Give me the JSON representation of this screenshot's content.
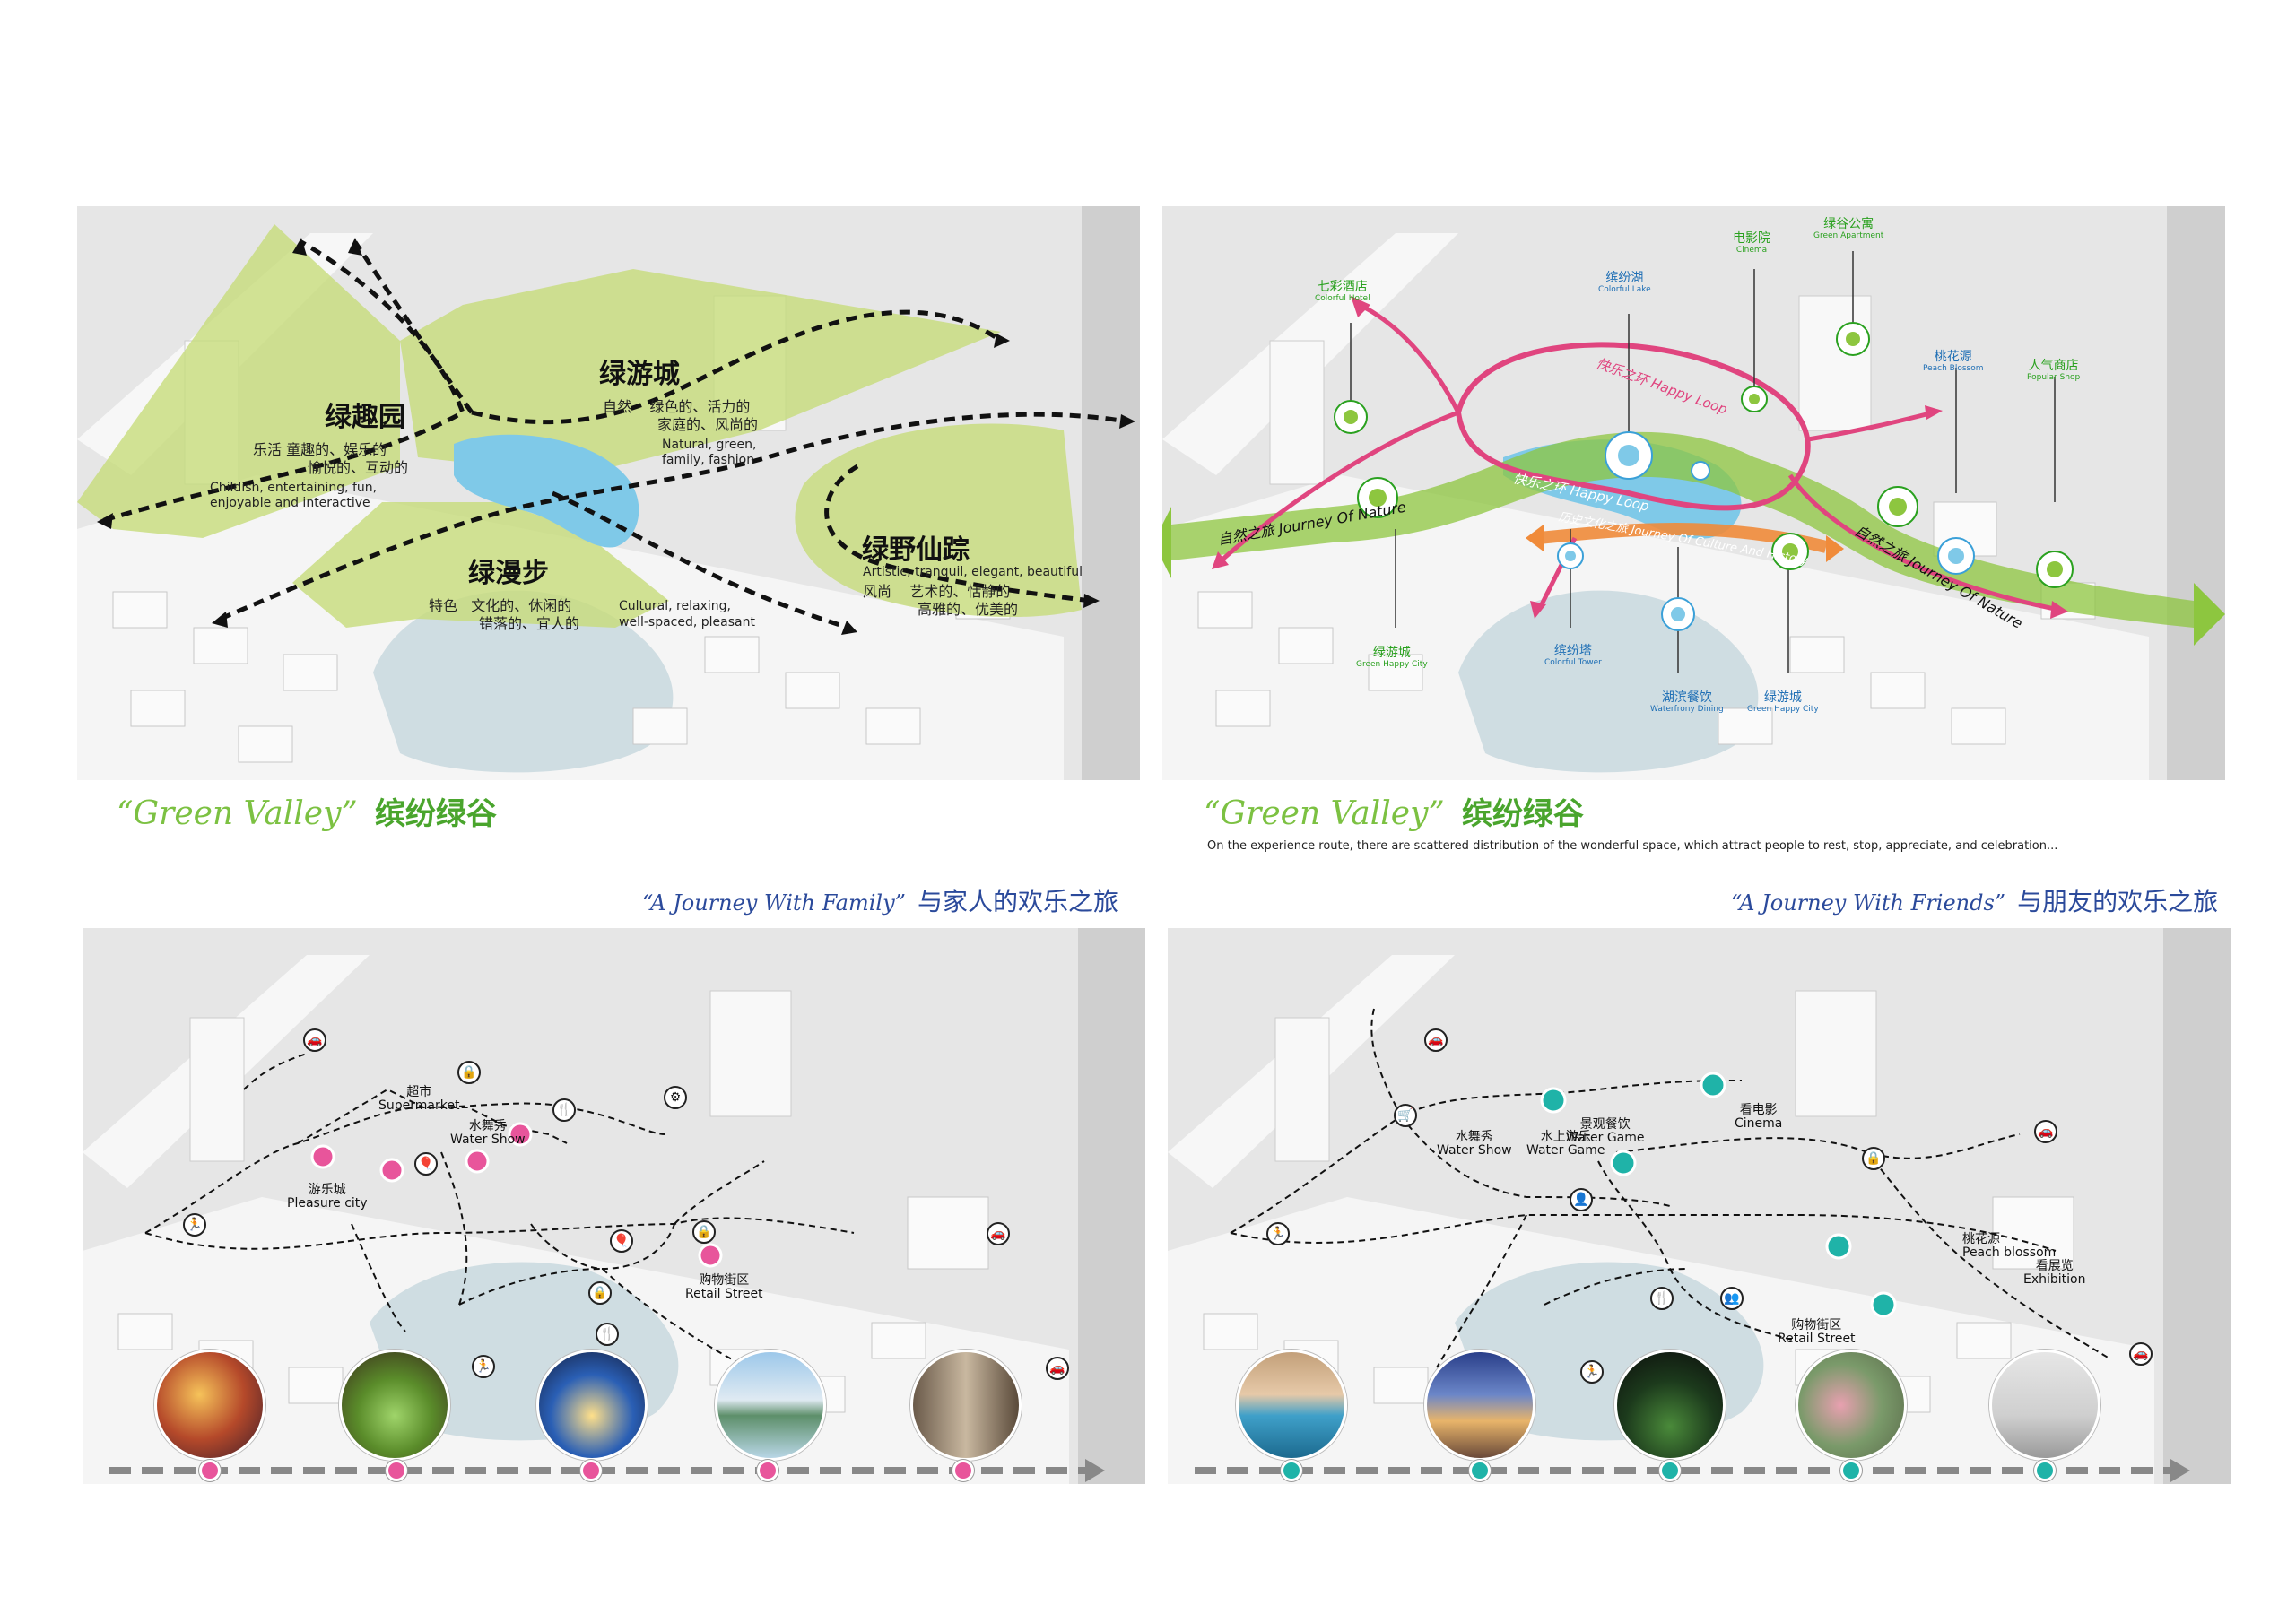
{
  "panel1": {
    "zones": [
      {
        "cn": "绿趣园",
        "lines": [
          "乐活   童趣的、娱乐的",
          "            愉悦的、互动的"
        ],
        "en": [
          "Childish, entertaining, fun,",
          "enjoyable and interactive"
        ]
      },
      {
        "cn": "绿游城",
        "lines": [
          "自然    绿色的、活力的",
          "            家庭的、风尚的"
        ],
        "en": [
          "Natural, green,",
          "family, fashion"
        ]
      },
      {
        "cn": "绿漫步",
        "lines": [
          "特色   文化的、休闲的",
          "           错落的、宜人的"
        ],
        "en": [
          "Cultural, relaxing,",
          "well-spaced, pleasant"
        ]
      },
      {
        "cn": "绿野仙踪",
        "lines": [
          "风尚    艺术的、恬静的",
          "            高雅的、优美的"
        ],
        "en": [
          "Artistic, tranquil, elegant, beautiful"
        ]
      }
    ]
  },
  "panel2": {
    "pois": [
      {
        "cn": "七彩酒店",
        "en": "Colorful Hotel",
        "color": "green"
      },
      {
        "cn": "缤纷湖",
        "en": "Colorful Lake",
        "color": "blue"
      },
      {
        "cn": "电影院",
        "en": "Cinema",
        "color": "green"
      },
      {
        "cn": "绿谷公寓",
        "en": "Green Apartment",
        "color": "green"
      },
      {
        "cn": "桃花源",
        "en": "Peach Blossom",
        "color": "blue"
      },
      {
        "cn": "人气商店",
        "en": "Popular Shop",
        "color": "green"
      },
      {
        "cn": "绿游城",
        "en": "Green Happy City",
        "color": "green"
      },
      {
        "cn": "缤纷塔",
        "en": "Colorful Tower",
        "color": "blue"
      },
      {
        "cn": "湖滨餐饮",
        "en": "Waterfrony Dining",
        "color": "blue"
      },
      {
        "cn": "绿游城",
        "en": "Green Happy City",
        "color": "blue"
      }
    ],
    "routes": {
      "happy_loop_outer": "快乐之环  Happy Loop",
      "happy_loop_inner": "快乐之环  Happy Loop",
      "culture": "历史文化之旅  Journey Of Culture And History",
      "nature_left": "自然之旅  Journey Of Nature",
      "nature_right": "自然之旅  Journey Of Nature"
    }
  },
  "captions": {
    "left_en": "“Green Valley”",
    "left_cn": "缤纷绿谷",
    "right_en": "“Green Valley”",
    "right_cn": "缤纷绿谷",
    "right_note": "On the experience route, there are scattered distribution of the wonderful space, which attract people to rest, stop, appreciate, and celebration...",
    "family_en": "“A Journey With Family”",
    "family_cn": "与家人的欢乐之旅",
    "friends_en": "“A Journey With Friends”",
    "friends_cn": "与朋友的欢乐之旅"
  },
  "panel3": {
    "labels": [
      {
        "cn": "超市",
        "en": "Supermarket"
      },
      {
        "cn": "游乐城",
        "en": "Pleasure city"
      },
      {
        "cn": "水舞秀",
        "en": "Water Show"
      },
      {
        "cn": "购物街区",
        "en": "Retail Street"
      }
    ],
    "accent": "#e8559b"
  },
  "panel4": {
    "labels": [
      {
        "cn": "看电影",
        "en": "Cinema"
      },
      {
        "cn": "景观餐饮",
        "en": "Water Game"
      },
      {
        "cn": "水舞秀",
        "en": "Water Show"
      },
      {
        "cn": "水上游乐",
        "en": "Water Game"
      },
      {
        "cn": "桃花源",
        "en": "Peach blossom"
      },
      {
        "cn": "看展览",
        "en": "Exhibition"
      },
      {
        "cn": "购物街区",
        "en": "Retail Street"
      }
    ],
    "accent": "#1fb3a8"
  },
  "colors": {
    "green_caption": "#7cc142",
    "green_text": "#4aa52d",
    "blue_caption": "#2b4a9b",
    "pink": "#e8559b",
    "teal": "#1fb3a8",
    "lake": "#cfdde2",
    "zone": "#c7dc7a",
    "nature": "#8dc63f",
    "loop": "#e0457f",
    "culture": "#f08b3a"
  }
}
